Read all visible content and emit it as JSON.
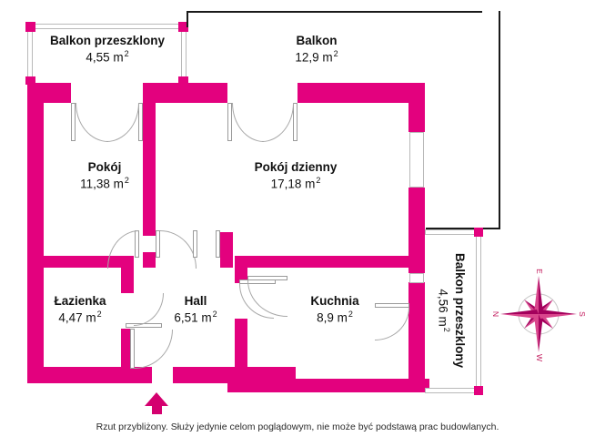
{
  "plan": {
    "units": "m",
    "accent_color": "#e3017e",
    "accent_dark_color": "#d4006f",
    "outline_color": "#1a1a1a"
  },
  "rooms": [
    {
      "id": "balkon_przeszklony_top",
      "name": "Balkon przeszklony",
      "area": "4,55",
      "unit": "m",
      "exponent": "2"
    },
    {
      "id": "balkon",
      "name": "Balkon",
      "area": "12,9",
      "unit": "m",
      "exponent": "2"
    },
    {
      "id": "pokoj",
      "name": "Pokój",
      "area": "11,38",
      "unit": "m",
      "exponent": "2"
    },
    {
      "id": "pokoj_dzienny",
      "name": "Pokój dzienny",
      "area": "17,18",
      "unit": "m",
      "exponent": "2"
    },
    {
      "id": "lazienka",
      "name": "Łazienka",
      "area": "4,47",
      "unit": "m",
      "exponent": "2"
    },
    {
      "id": "hall",
      "name": "Hall",
      "area": "6,51",
      "unit": "m",
      "exponent": "2"
    },
    {
      "id": "kuchnia",
      "name": "Kuchnia",
      "area": "8,9",
      "unit": "m",
      "exponent": "2"
    },
    {
      "id": "balkon_przeszklony_right",
      "name": "Balkon przeszklony",
      "area": "4,56",
      "unit": "m",
      "exponent": "2"
    }
  ],
  "compass": {
    "north": "N",
    "east": "E",
    "south": "S",
    "west": "W"
  },
  "footer": {
    "note": "Rzut przybliżony. Służy jedynie celom poglądowym, nie może być podstawą prac budowlanych."
  }
}
